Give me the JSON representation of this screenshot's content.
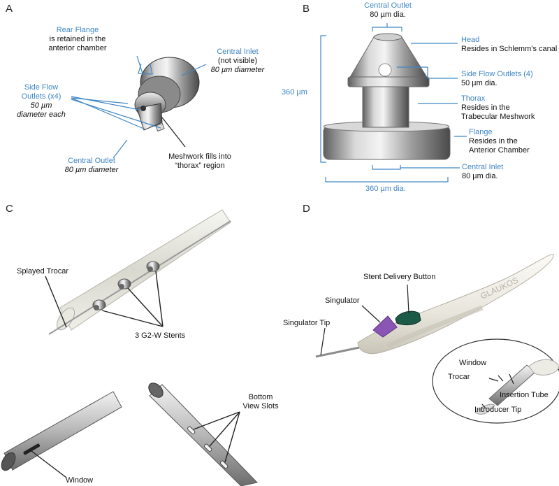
{
  "panels": {
    "A": {
      "letter": "A",
      "rear_flange": {
        "title": "Rear Flange",
        "line1": "is retained in the",
        "line2": "anterior chamber"
      },
      "central_inlet": {
        "title": "Central Inlet",
        "line1": "(not visible)",
        "line2": "80 µm diameter"
      },
      "side_flow": {
        "title1": "Side Flow",
        "title2": "Outlets (x4)",
        "line1": "50 µm",
        "line2": "diameter each"
      },
      "central_outlet": {
        "title": "Central Outlet",
        "line1": "80 µm diameter"
      },
      "meshwork": {
        "line1": "Meshwork fills into",
        "line2": "“thorax” region"
      }
    },
    "B": {
      "letter": "B",
      "central_outlet": {
        "title": "Central Outlet",
        "line1": "80 µm dia."
      },
      "head": {
        "title": "Head",
        "line1": "Resides in Schlemm’s canal"
      },
      "side_flow": {
        "title": "Side Flow Outlets (4)",
        "line1": "50 µm dia."
      },
      "thorax": {
        "title": "Thorax",
        "line1": "Resides in the",
        "line2": "Trabecular Meshwork"
      },
      "flange": {
        "title": "Flange",
        "line1": "Resides in the",
        "line2": "Anterior Chamber"
      },
      "central_inlet": {
        "title": "Central Inlet",
        "line1": "80 µm dia."
      },
      "height_dim": "360 µm",
      "width_dim": "360 µm dia."
    },
    "C": {
      "letter": "C",
      "splayed_trocar": "Splayed Trocar",
      "stents": "3 G2-W Stents",
      "window": "Window",
      "bottom_slots_1": "Bottom",
      "bottom_slots_2": "View Slots"
    },
    "D": {
      "letter": "D",
      "stent_button": "Stent Delivery Button",
      "singulator": "Singulator",
      "singulator_tip": "Singulator Tip",
      "window": "Window",
      "trocar": "Trocar",
      "insertion_tube": "Insertion Tube",
      "introducer_tip": "Introducer Tip",
      "brand": "GLAUKOS"
    }
  },
  "colors": {
    "label_blue": "#3f86c4",
    "metal": "#9a9a9a",
    "button_green": "#1c5a48",
    "singulator_purple": "#8a55b5"
  }
}
